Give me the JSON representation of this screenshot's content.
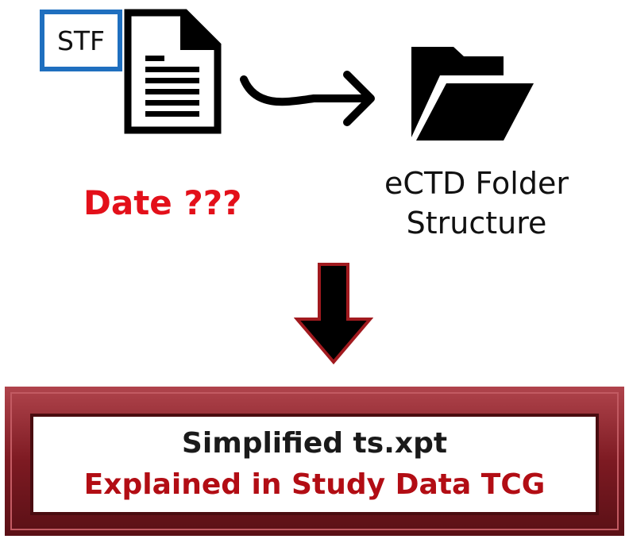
{
  "stf_label": "STF",
  "document_icon": "document-icon",
  "folder_icon": "open-folder-icon",
  "folder_label": [
    "eCTD Folder",
    "Structure"
  ],
  "date_label": "Date ???",
  "result_box": {
    "line1": "Simplified ts.xpt",
    "line2": "Explained in Study Data TCG"
  },
  "colors": {
    "stf_border": "#1f6fbf",
    "date": "#e3101a",
    "line2": "#b20d14",
    "frame": "#8b1d24",
    "arrow": "#000000"
  }
}
